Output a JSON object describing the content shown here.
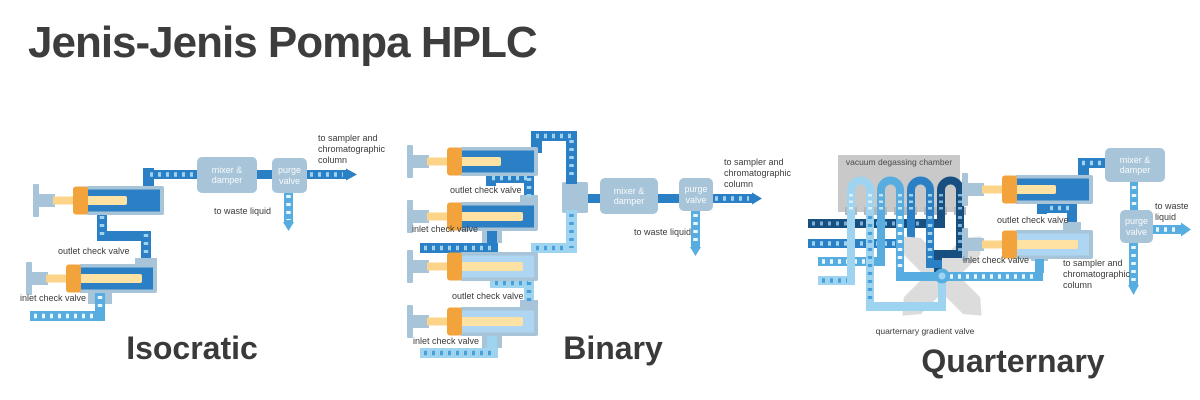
{
  "page_title": "Jenis-Jenis Pompa HPLC",
  "shared": {
    "outlet_check_valve": "outlet check valve",
    "inlet_check_valve": "inlet check valve",
    "mixer_damper": "mixer & damper",
    "purge_valve": "purge valve",
    "to_sampler": "to sampler and chromatographic column",
    "to_waste": "to waste liquid"
  },
  "diagrams": {
    "isocratic": {
      "title": "Isocratic"
    },
    "binary": {
      "title": "Binary"
    },
    "quarternary": {
      "title": "Quarternary",
      "degasser_label": "vacuum degassing chamber",
      "gradient_valve_label": "quarternary gradient valve"
    }
  },
  "colors": {
    "tube_dark": "#2b7fc4",
    "tube_medium_light": "#58ade0",
    "tube_light": "#9fd4f1",
    "tube_navy": "#174f80",
    "casing": "#a7c4d8",
    "piston_orange": "#f2a33c",
    "rod_yellow": "#fbd389",
    "plunger_yellow": "#fde2a4",
    "chamber_gray": "#c9c9c9",
    "valve_gray": "#dcdcdc",
    "text_dark": "#3a3a3a"
  }
}
